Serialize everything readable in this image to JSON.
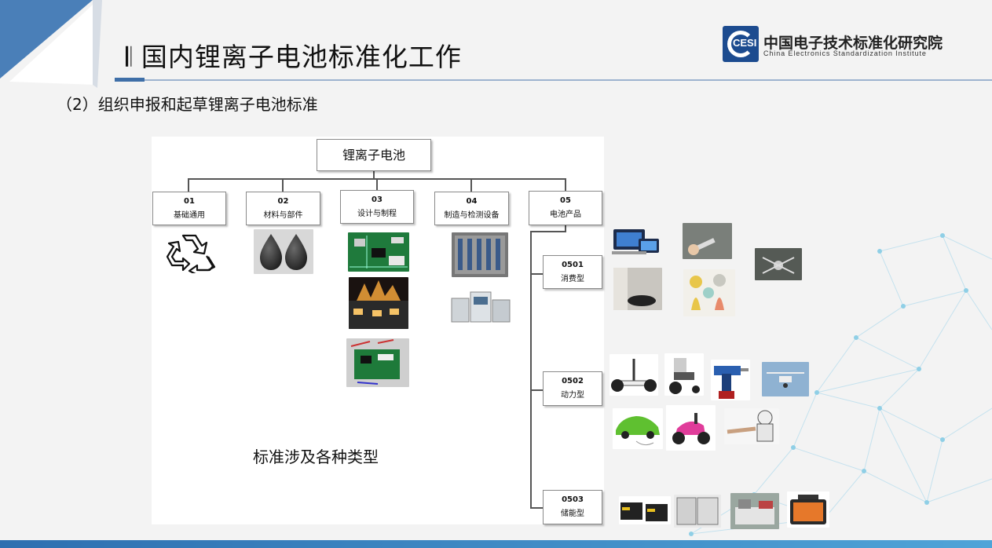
{
  "header": {
    "title": "𝄃 国内锂离子电池标准化工作",
    "subtitle": "（2）组织申报和起草锂离子电池标准"
  },
  "logo": {
    "mark": "CESI",
    "name_cn": "中国电子技术标准化研究院",
    "name_en": "China Electronics Standardization Institute"
  },
  "diagram": {
    "root": "锂离子电池",
    "categories": [
      {
        "code": "01",
        "label": "基础通用"
      },
      {
        "code": "02",
        "label": "材料与部件"
      },
      {
        "code": "03",
        "label": "设计与制程"
      },
      {
        "code": "04",
        "label": "制造与检测设备"
      },
      {
        "code": "05",
        "label": "电池产品"
      }
    ],
    "subcategories": [
      {
        "code": "0501",
        "label": "消费型"
      },
      {
        "code": "0502",
        "label": "动力型"
      },
      {
        "code": "0503",
        "label": "储能型"
      }
    ],
    "note": "标准涉及各种类型"
  },
  "icons": {
    "recycle": "recycle-icon"
  },
  "colors": {
    "brand": "#1c4b8f",
    "accent_line": "#3f6fa8",
    "network": "#7fc4e0"
  }
}
